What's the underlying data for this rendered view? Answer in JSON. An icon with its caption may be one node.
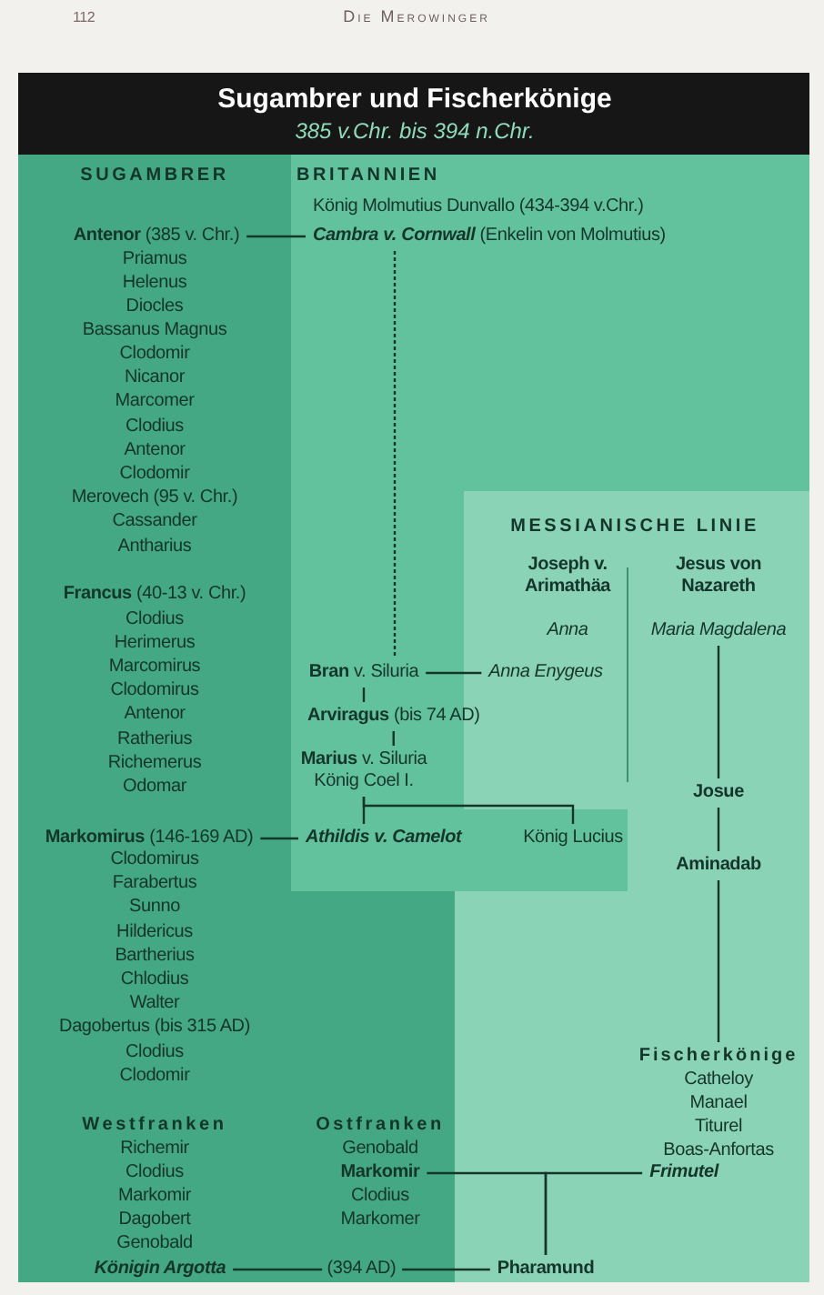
{
  "diagram": {
    "nodes": [
      {
        "text": [
          "Sugambrer und Fischerkönige",
          "385 v.Chr. bis 394 n.Chr."
        ]
      },
      {
        "text": [
          "SUGAMBRER",
          "Priamus",
          "Helenus",
          "Diocles",
          "Bassanus Magnus",
          "Clodomir",
          "Nicanor",
          "Marcomer",
          "Clodius",
          "Antenor",
          "Clodomir",
          "Merovech (95 v. Chr.)",
          "Cassander",
          "Antharius",
          "Clodius",
          "Herimerus",
          "Marcomirus",
          "Clodomirus",
          "Antenor",
          "Ratherius",
          "Richemerus",
          "Odomar",
          "Clodomirus",
          "Farabertus",
          "Sunno",
          "Hildericus",
          "Bartherius",
          "Chlodius",
          "Walter",
          "Dagobertus (bis 315 AD)",
          "Clodius",
          "Clodomir",
          "Westfranken",
          "Richemir",
          "Clodius",
          "Markomir",
          "Dagobert",
          "Genobald",
          "Ostfranken",
          "Genobald",
          "Clodius",
          "Markomer"
        ]
      },
      {
        "text": [
          "**Antenor** (385 v. Chr.)"
        ],
        "in": 1
      },
      {
        "text": [
          "BRITANNIEN",
          "König Molmutius Dunvallo (434-394 v.Chr.)"
        ]
      },
      {
        "text": [
          "**Cambra v. Cornwall** (Enkelin von Molmutius)"
        ],
        "in": 3
      },
      {
        "text": [
          "**Francus** (40-13 v. Chr.)"
        ],
        "in": 1
      },
      {
        "text": [
          "MESSIANISCHE LINIE",
          "Anna",
          "Catheloy",
          "Manael",
          "Titurel",
          "Boas-Anfortas"
        ]
      },
      {
        "text": [
          "Joseph v. Arimathäa"
        ],
        "in": 6
      },
      {
        "text": [
          "Jesus von Nazareth"
        ],
        "in": 6
      },
      {
        "text": [
          "Maria Magdalena"
        ],
        "in": 6
      },
      {
        "text": [
          "**Bran** v. Siluria"
        ],
        "in": 3
      },
      {
        "text": [
          "Anna Enygeus"
        ],
        "in": 6
      },
      {
        "text": [
          "**Arviragus** (bis 74 AD)"
        ],
        "in": 3
      },
      {
        "text": [
          "**Marius** v. Siluria",
          "König Coel I."
        ],
        "in": 3
      },
      {
        "text": [
          "Josue"
        ],
        "in": 6
      },
      {
        "text": [
          "**Markomirus** (146-169 AD)"
        ],
        "in": 1
      },
      {
        "text": [
          "Athildis v. Camelot"
        ],
        "in": 3
      },
      {
        "text": [
          "König Lucius"
        ],
        "in": 3
      },
      {
        "text": [
          "Aminadab"
        ],
        "in": 6
      },
      {
        "text": [
          "Fischerkönige"
        ],
        "in": 6
      },
      {
        "text": [
          "Markomir"
        ],
        "in": 1
      },
      {
        "text": [
          "Frimutel"
        ],
        "in": 6
      },
      {
        "text": [
          "Königin Argotta"
        ],
        "in": 1
      },
      {
        "text": [
          "Pharamund"
        ],
        "in": 6
      }
    ],
    "edges": [
      {
        "from": 2,
        "to": 4,
        "arrow": "none"
      },
      {
        "from": 4,
        "to": 10,
        "arrow": "none",
        "style": "dashed"
      },
      {
        "from": 10,
        "to": 11,
        "arrow": "none"
      },
      {
        "from": 10,
        "to": 12,
        "arrow": "none"
      },
      {
        "from": 12,
        "to": 13,
        "arrow": "none"
      },
      {
        "from": 13,
        "to": 16,
        "arrow": "none"
      },
      {
        "from": 13,
        "to": 17,
        "arrow": "none"
      },
      {
        "from": 15,
        "to": 16,
        "arrow": "none"
      },
      {
        "from": 9,
        "to": 14,
        "arrow": "none"
      },
      {
        "from": 14,
        "to": 18,
        "arrow": "none"
      },
      {
        "from": 18,
        "to": 19,
        "arrow": "none"
      },
      {
        "from": 20,
        "to": 23,
        "arrow": "none"
      },
      {
        "from": 21,
        "to": 23,
        "arrow": "none"
      },
      {
        "from": 22,
        "to": 23,
        "arrow": "none",
        "label": "(394 AD)"
      }
    ],
    "labels": [
      "112",
      "Die Merowinger"
    ]
  }
}
